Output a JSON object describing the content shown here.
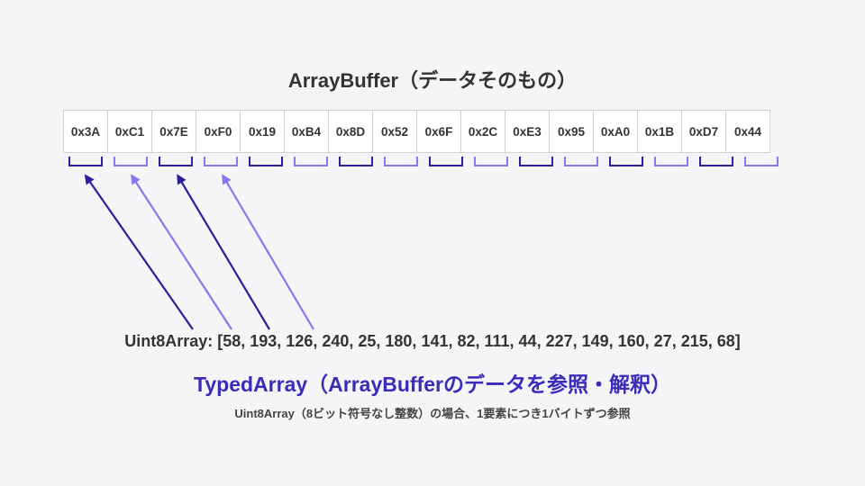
{
  "title": "ArrayBuffer（データそのもの）",
  "bytes": [
    "0x3A",
    "0xC1",
    "0x7E",
    "0xF0",
    "0x19",
    "0xB4",
    "0x8D",
    "0x52",
    "0x6F",
    "0x2C",
    "0xE3",
    "0x95",
    "0xA0",
    "0x1B",
    "0xD7",
    "0x44"
  ],
  "uint8_array_text": "Uint8Array: [58, 193, 126, 240, 25, 180, 141, 82, 111, 44, 227, 149, 160, 27, 215, 68]",
  "typed_array_title": "TypedArray（ArrayBufferのデータを参照・解釈）",
  "caption": "Uint8Array（8ビット符号なし整数）の場合、1要素につき1バイトずつ参照",
  "colors": {
    "text": "#333333",
    "typed_title": "#3a2bb8",
    "bracket_dark": "#2b1f9e",
    "bracket_light": "#8878ee",
    "background": "#f5f5f7"
  }
}
